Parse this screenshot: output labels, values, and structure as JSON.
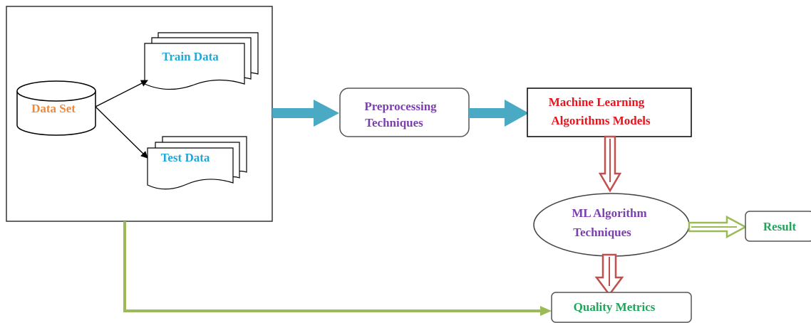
{
  "nodes": {
    "data_set": "Data Set",
    "train_data": "Train Data",
    "test_data": "Test Data",
    "preprocessing_line1": "Preprocessing",
    "preprocessing_line2": "Techniques",
    "ml_models_line1": "Machine Learning",
    "ml_models_line2": "Algorithms Models",
    "ml_techniques_line1": "ML Algorithm",
    "ml_techniques_line2": "Techniques",
    "result": "Result",
    "quality_metrics": "Quality Metrics"
  },
  "colors": {
    "data_set_text": "#f0883a",
    "data_text": "#1fa8d8",
    "process_text": "#7b3fb0",
    "models_text": "#e8141e",
    "metrics_text": "#1fa65a",
    "blue_arrow": "#4aaac4",
    "red_arrow": "#c0504d",
    "green_arrow": "#9bbb59"
  }
}
